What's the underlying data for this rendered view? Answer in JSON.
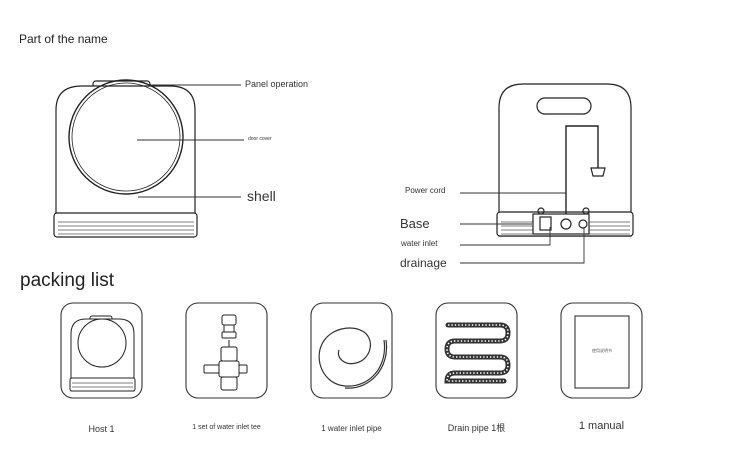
{
  "section_title": "Part of the name",
  "front_labels": {
    "panel": "Panel operation",
    "door": "door cover",
    "shell": "shell"
  },
  "back_labels": {
    "power": "Power cord",
    "base": "Base",
    "inlet": "water inlet",
    "drain": "drainage"
  },
  "packing_title": "packing list",
  "packing_items": [
    {
      "caption": "Host 1"
    },
    {
      "caption": "1 set of water inlet tee"
    },
    {
      "caption": "1 water inlet pipe"
    },
    {
      "caption": "Drain pipe 1根"
    },
    {
      "caption": "1 manual"
    }
  ],
  "manual_cover_text": "使用说明书"
}
